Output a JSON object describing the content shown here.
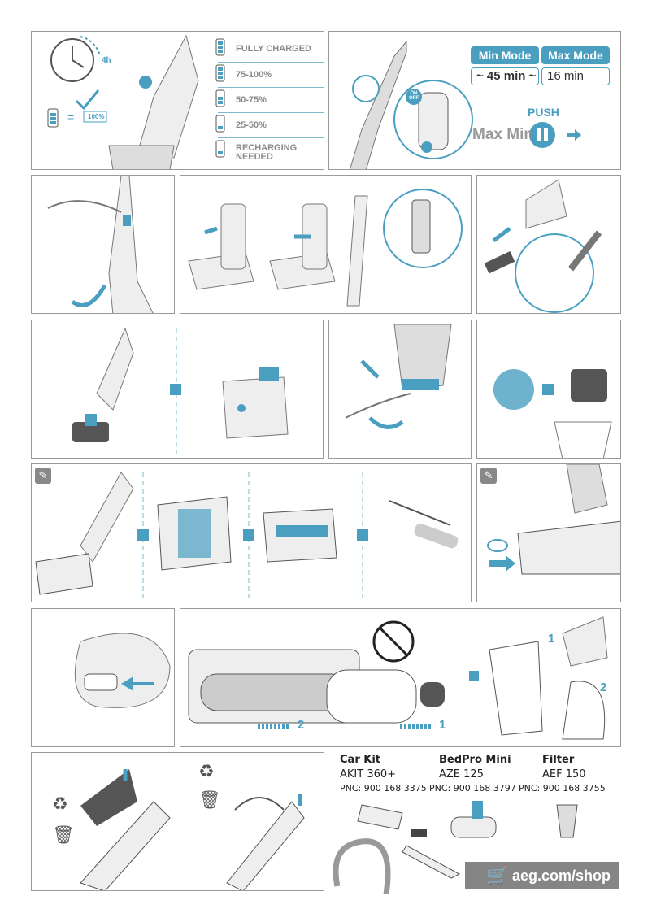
{
  "charging": {
    "time_label": "4h",
    "battery_label": "100%",
    "levels": [
      "FULLY CHARGED",
      "75-100%",
      "50-75%",
      "25-50%",
      "RECHARGING NEEDED"
    ]
  },
  "modes": {
    "min_label": "Min Mode",
    "max_label": "Max Mode",
    "min_time": "~ 45 min ~",
    "max_time": "16 min",
    "push_label": "PUSH",
    "switch_label": "Max Min",
    "onoff_label": "ON OFF"
  },
  "steps": {
    "one": "1",
    "two": "2"
  },
  "accessories": [
    {
      "name": "Car Kit",
      "model": "AKIT 360+",
      "pnc": "PNC: 900 168 3375"
    },
    {
      "name": "BedPro Mini",
      "model": "AZE 125",
      "pnc": "PNC: 900 168 3797"
    },
    {
      "name": "Filter",
      "model": "AEF 150",
      "pnc": "PNC: 900 168 3755"
    }
  ],
  "shop": {
    "label": "aeg.com/shop",
    "icon": "cart-icon"
  },
  "colors": {
    "accent": "#4a9fc0",
    "border": "#9a9a9a",
    "shop_bg": "#858585"
  }
}
